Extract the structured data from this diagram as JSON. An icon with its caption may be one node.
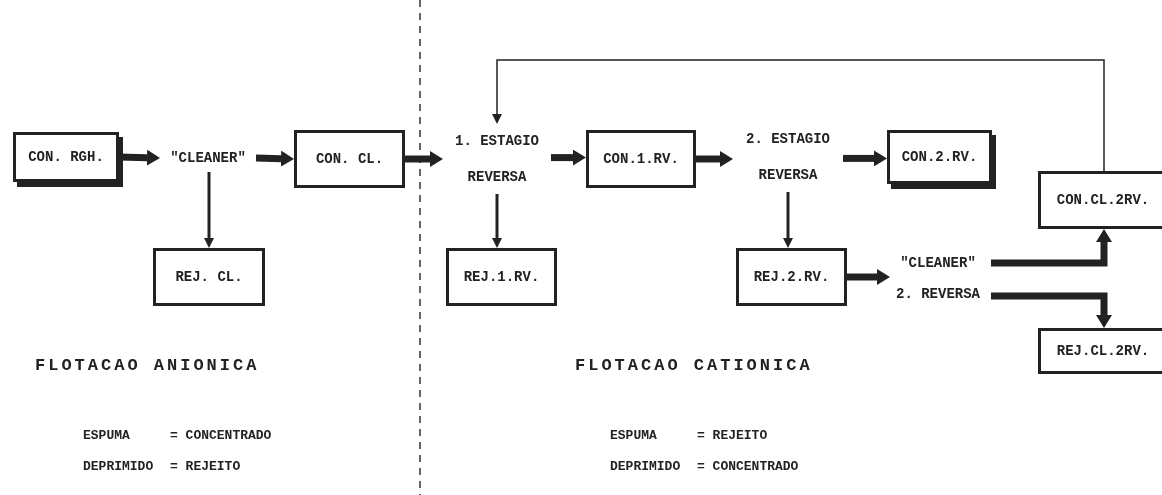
{
  "diagram": {
    "nodes": [
      {
        "text": [
          "CON. RGH."
        ]
      },
      {
        "text": [
          "\"CLEANER\""
        ]
      },
      {
        "text": [
          "CON. CL."
        ]
      },
      {
        "text": [
          "1. ESTAGIO REVERSA"
        ]
      },
      {
        "text": [
          "CON.1.RV."
        ]
      },
      {
        "text": [
          "2. ESTAGIO REVERSA"
        ]
      },
      {
        "text": [
          "CON.2.RV."
        ]
      },
      {
        "text": [
          "CON.CL.2RV."
        ]
      },
      {
        "text": [
          "REJ. CL."
        ]
      },
      {
        "text": [
          "REJ.1.RV."
        ]
      },
      {
        "text": [
          "REJ.2.RV."
        ]
      },
      {
        "text": [
          "\"CLEANER\" 2. REVERSA"
        ]
      },
      {
        "text": [
          "REJ.CL.2RV."
        ]
      }
    ],
    "edges": [
      {
        "from": 0,
        "to": 1,
        "arrow": "to"
      },
      {
        "from": 1,
        "to": 2,
        "arrow": "to"
      },
      {
        "from": 2,
        "to": 3,
        "arrow": "to"
      },
      {
        "from": 3,
        "to": 4,
        "arrow": "to"
      },
      {
        "from": 4,
        "to": 5,
        "arrow": "to"
      },
      {
        "from": 5,
        "to": 6,
        "arrow": "to"
      },
      {
        "from": 1,
        "to": 8,
        "arrow": "to"
      },
      {
        "from": 3,
        "to": 9,
        "arrow": "to"
      },
      {
        "from": 5,
        "to": 10,
        "arrow": "to"
      },
      {
        "from": 10,
        "to": 11,
        "arrow": "to"
      },
      {
        "from": 11,
        "to": 7,
        "arrow": "to"
      },
      {
        "from": 11,
        "to": 12,
        "arrow": "to"
      },
      {
        "from": 7,
        "to": 3,
        "arrow": "to"
      }
    ],
    "labels": [
      "FLOTACAO ANIONICA",
      "FLOTACAO CATIONICA",
      "ESPUMA",
      "= CONCENTRADO",
      "ESPUMA",
      "= REJEITO",
      "DEPRIMIDO",
      "= REJEITO",
      "DEPRIMIDO",
      "= CONCENTRADO"
    ]
  }
}
